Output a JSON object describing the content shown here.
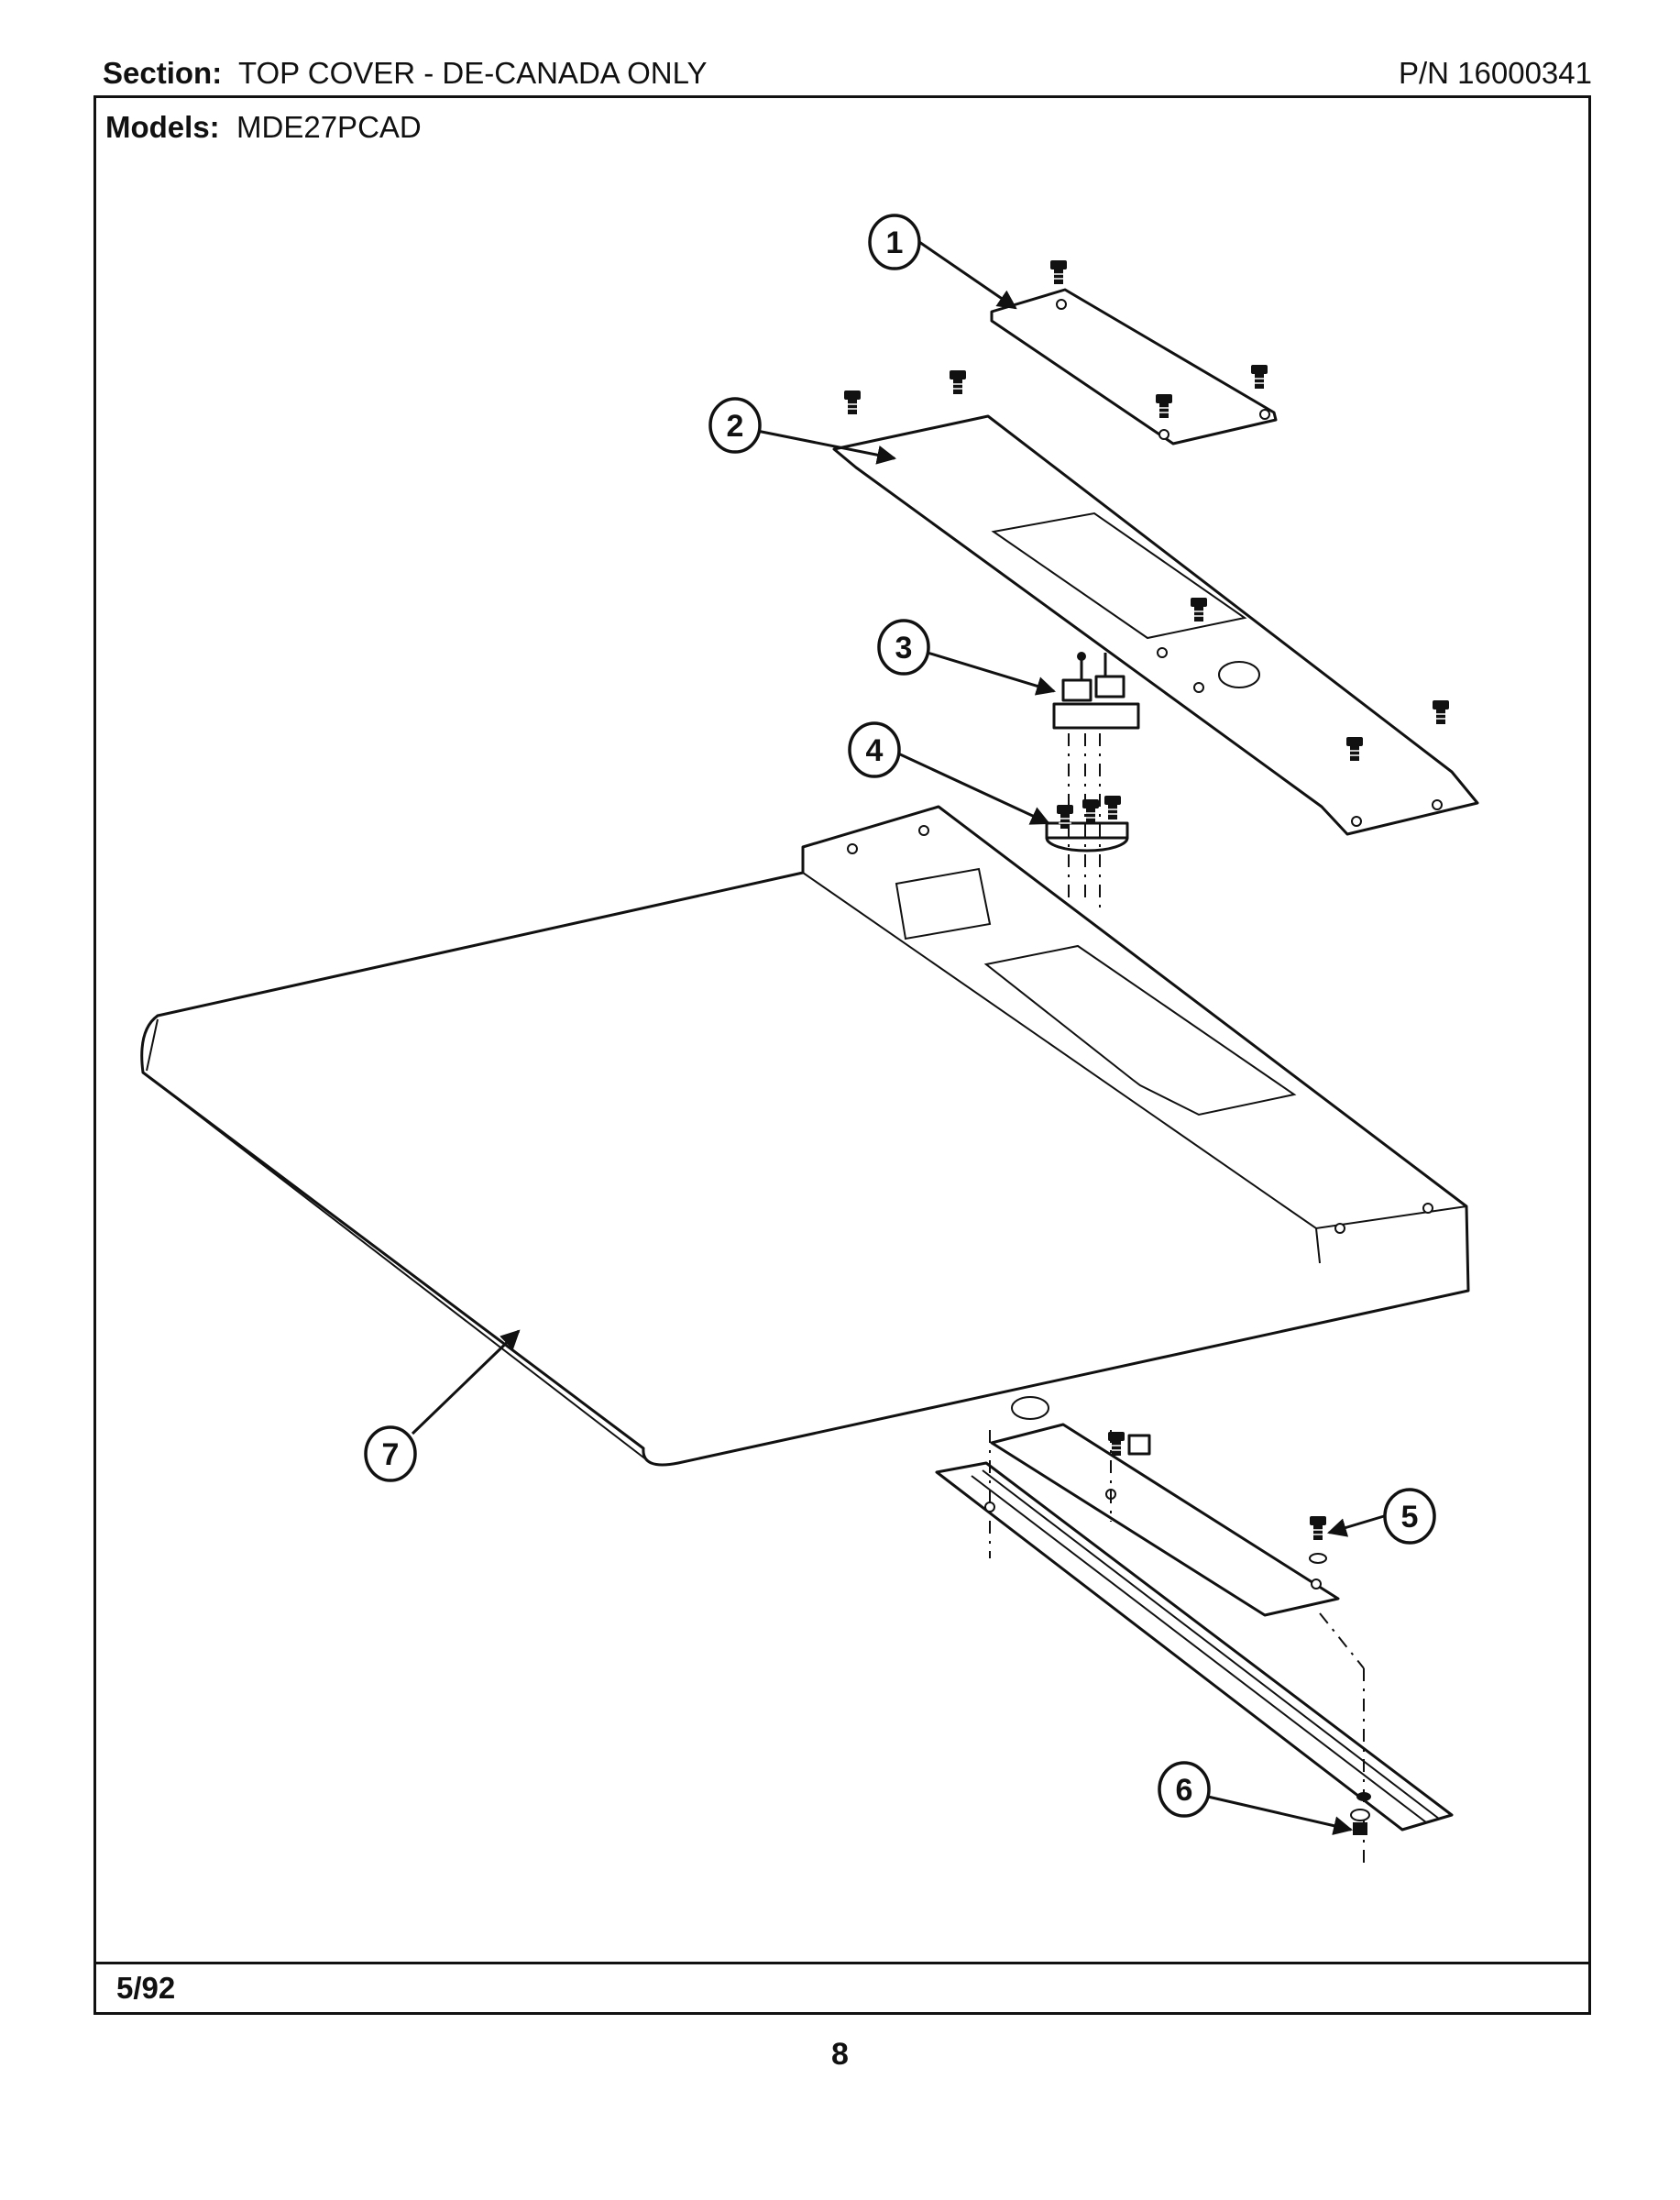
{
  "header": {
    "section_label": "Section:",
    "section_value": "TOP COVER - DE-CANADA ONLY",
    "part_number": "P/N 16000341",
    "models_label": "Models:",
    "models_value": "MDE27PCAD"
  },
  "footer": {
    "date": "5/92",
    "page_number": "8"
  },
  "callouts": [
    "1",
    "2",
    "3",
    "4",
    "5",
    "6",
    "7"
  ]
}
